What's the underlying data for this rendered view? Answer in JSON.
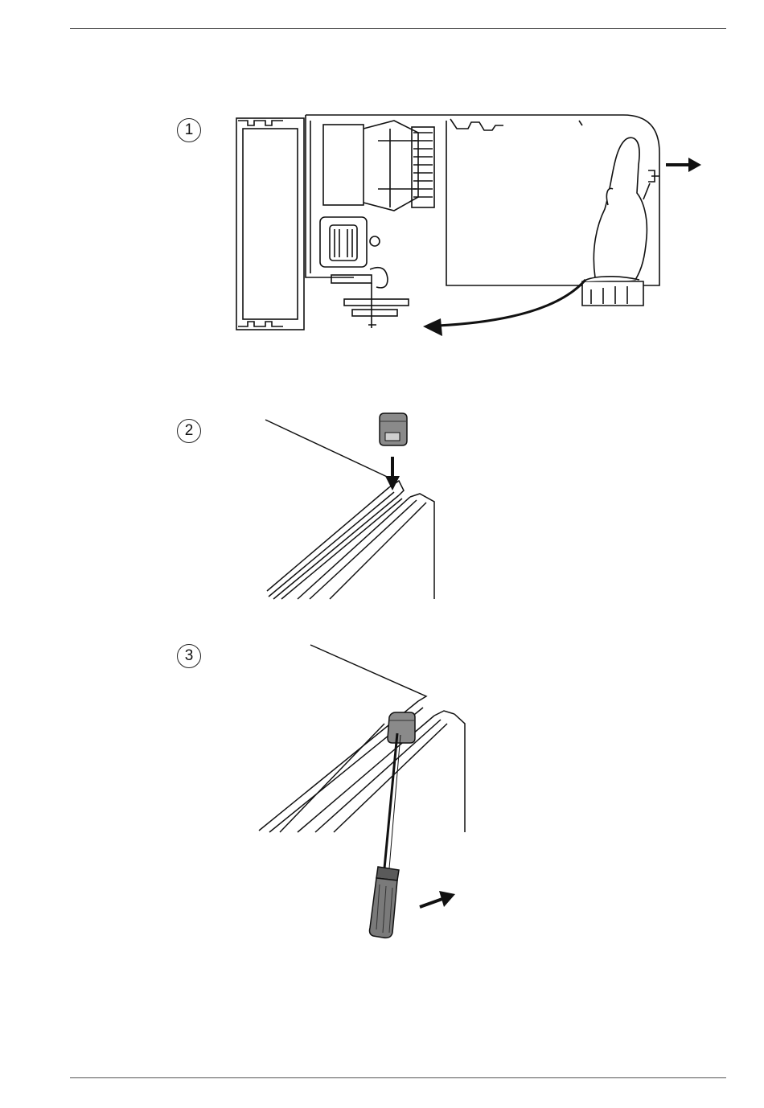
{
  "steps": [
    {
      "number": "1"
    },
    {
      "number": "2"
    },
    {
      "number": "3"
    }
  ],
  "colors": {
    "line": "#111111",
    "part_fill": "#7a7a7a",
    "paper": "#ffffff"
  }
}
